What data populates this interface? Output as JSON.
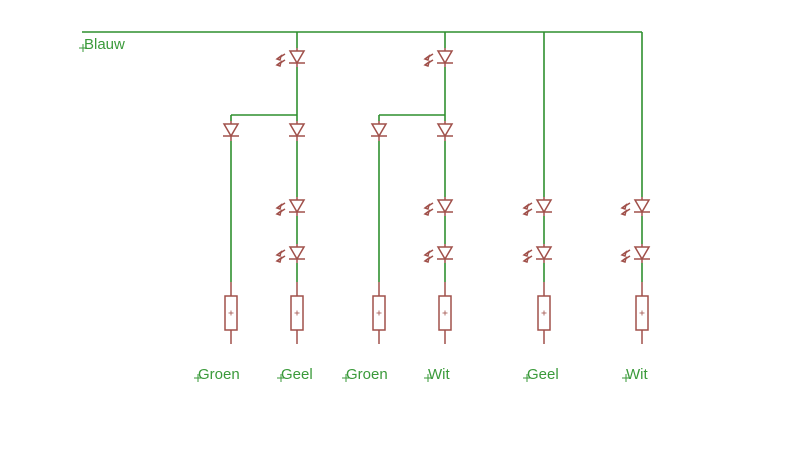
{
  "diagram": {
    "net_label": "Blauw",
    "output_labels": [
      "Groen",
      "Geel",
      "Groen",
      "Wit",
      "Geel",
      "Wit"
    ],
    "colors": {
      "wire": "#2f8f2f",
      "component": "#a0504a",
      "label": "#3a9a3a",
      "background": "#ffffff"
    },
    "component_types": [
      "diode-icon",
      "led-icon",
      "resistor-icon"
    ]
  }
}
